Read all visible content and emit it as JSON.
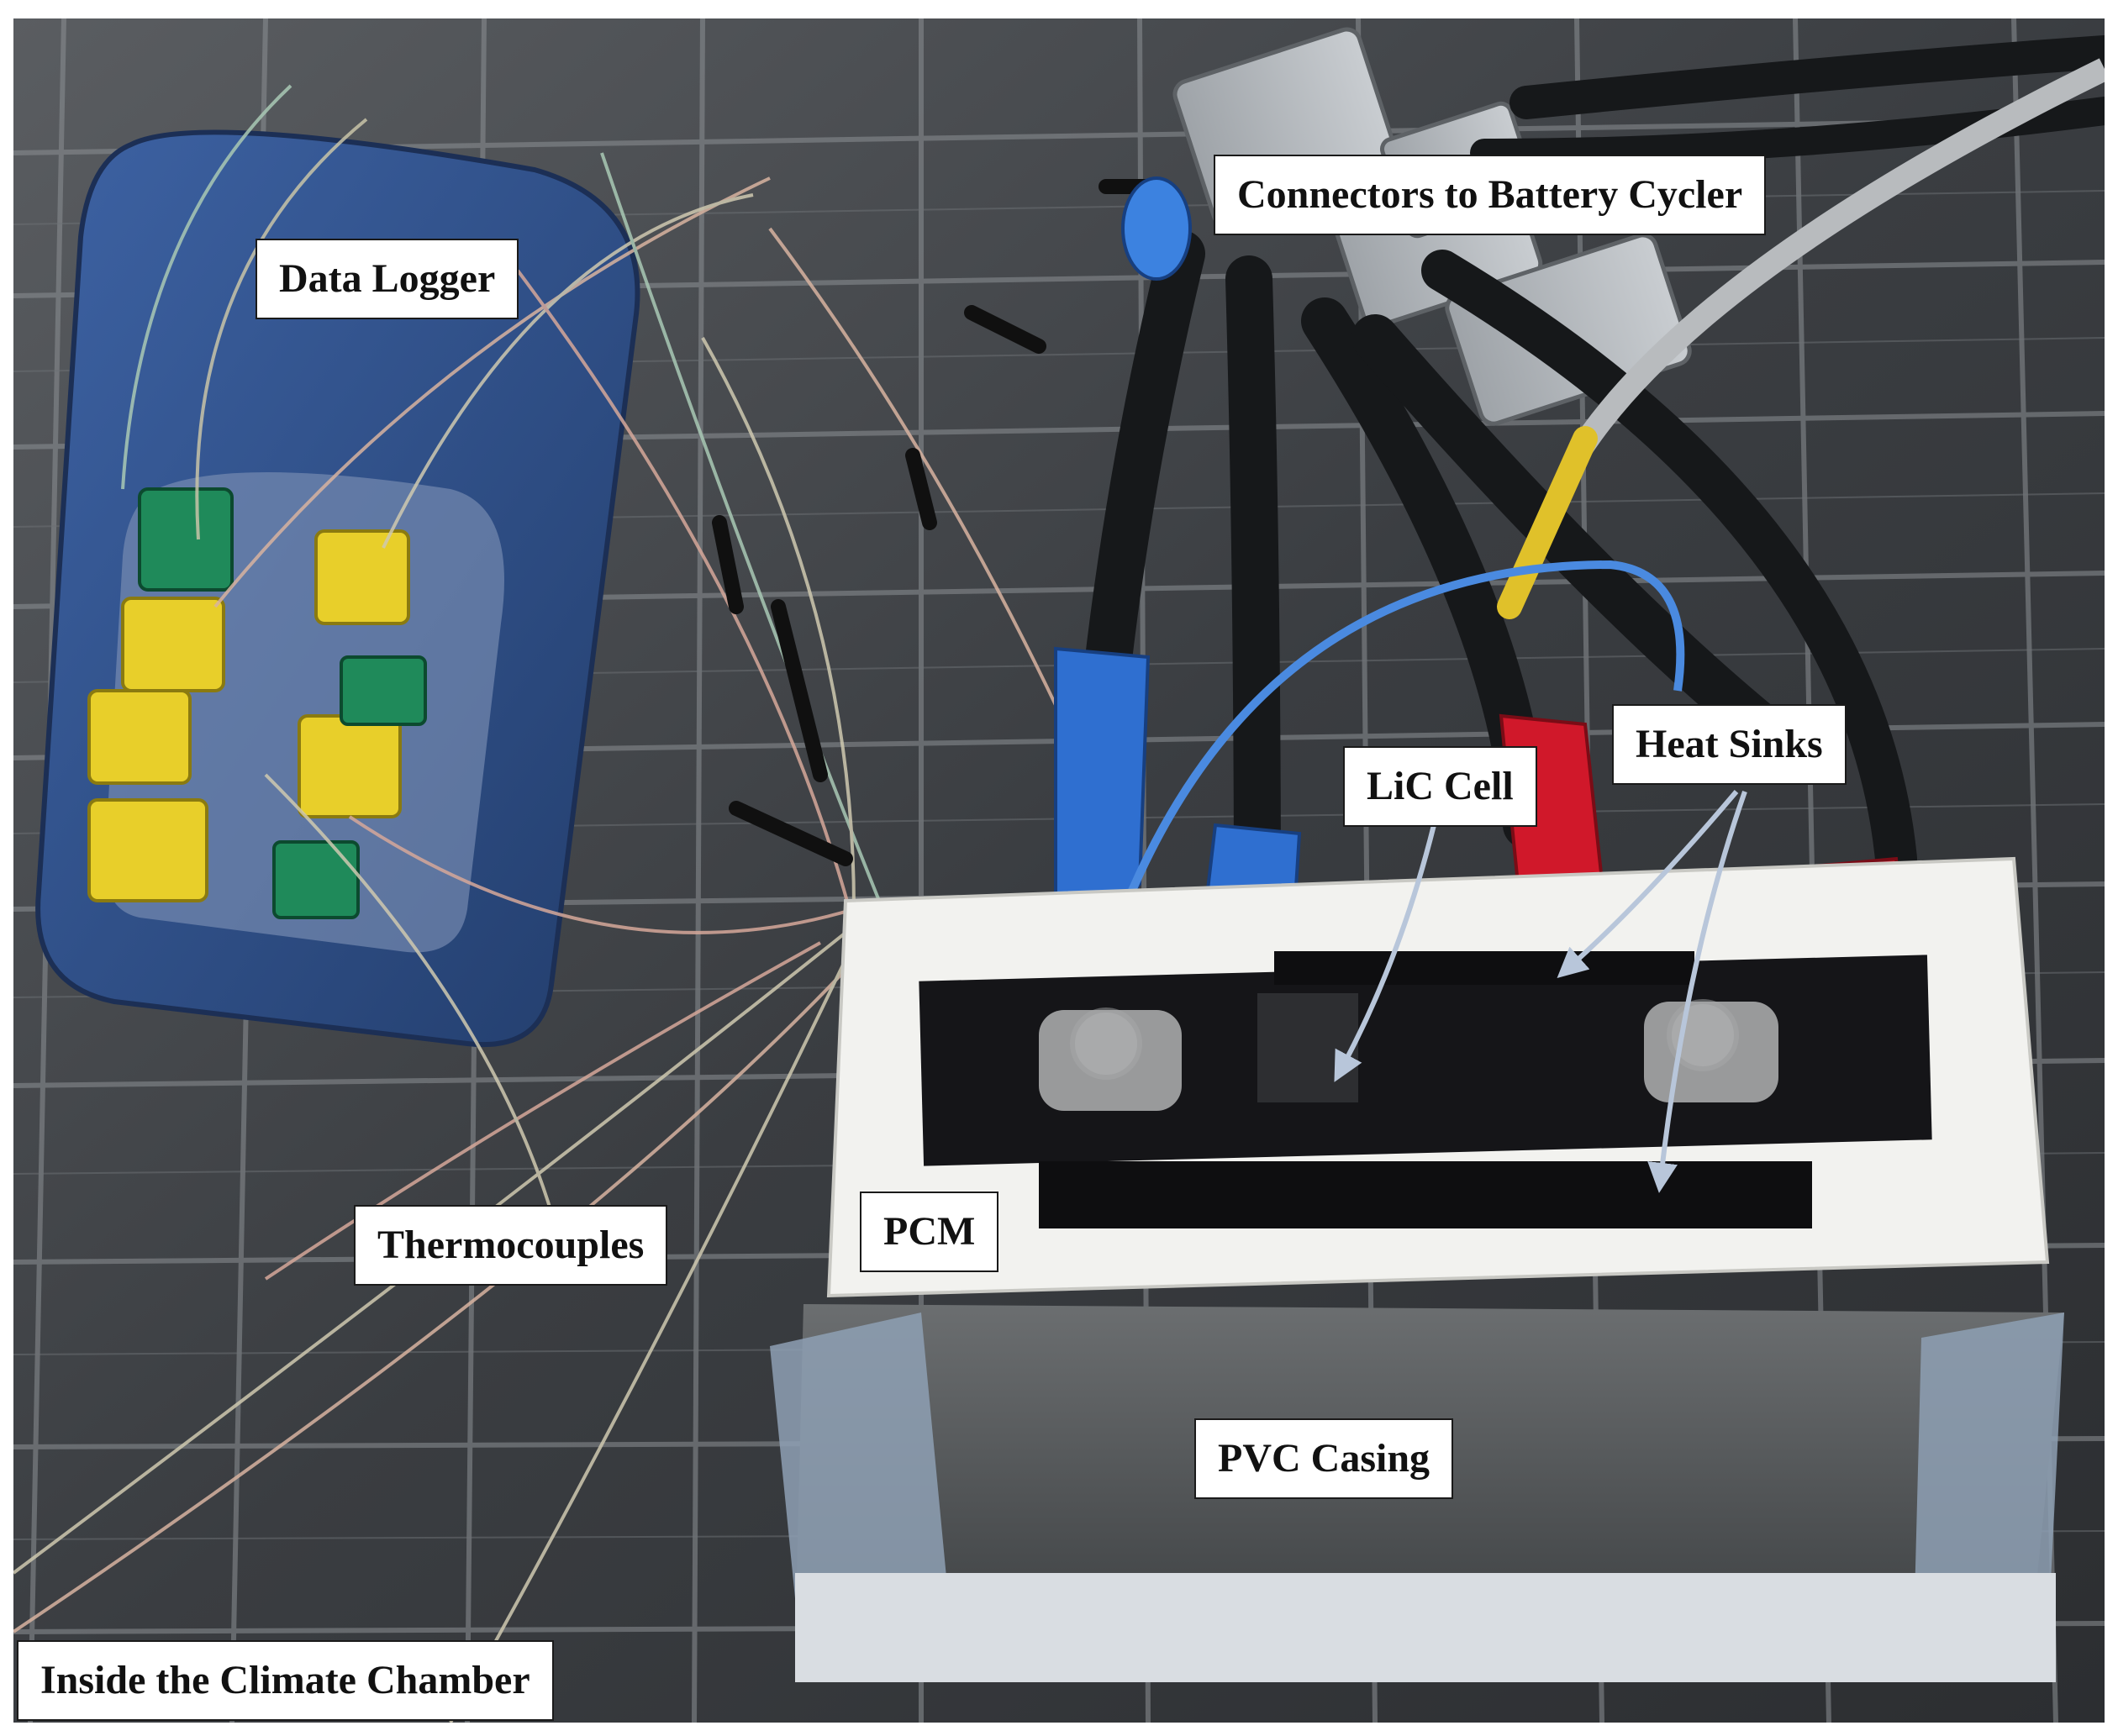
{
  "figure": {
    "labels": {
      "data_logger": "Data Logger",
      "connectors": "Connectors to Battery Cycler",
      "lic_cell": "LiC Cell",
      "heat_sinks": "Heat Sinks",
      "thermocouples": "Thermocouples",
      "pcm": "PCM",
      "pvc_casing": "PVC Casing",
      "chamber": "Inside the Climate Chamber"
    },
    "colors": {
      "background_chamber": "#3b3f44",
      "data_logger_body": "#2f4f86",
      "connector_yellow": "#e8cf2a",
      "connector_green": "#1f8a5a",
      "cable_black": "#16181a",
      "sleeve_blue": "#2f6fd0",
      "sleeve_red": "#d0182a",
      "pcm_white": "#f2f2ef",
      "heat_sink_black": "#0e0e10",
      "pvc_casing": "#56595c",
      "arrow_color": "#b8c6da"
    }
  }
}
